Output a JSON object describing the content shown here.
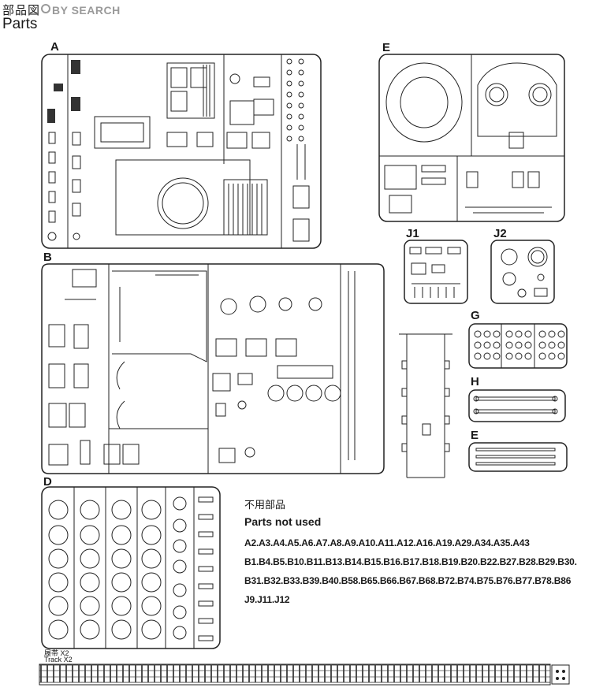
{
  "header": {
    "title_cn": "部品図",
    "title_en": "Parts"
  },
  "watermark": {
    "text": "BY SEARCH"
  },
  "sprues": {
    "A": "A",
    "B": "B",
    "D": "D",
    "E_top": "E",
    "J1": "J1",
    "J2": "J2",
    "G": "G",
    "H": "H",
    "E_small": "E"
  },
  "unused": {
    "title_cn": "不用部品",
    "title_en": "Parts not used",
    "lines": [
      "A2.A3.A4.A5.A6.A7.A8.A9.A10.A11.A12.A16.A19.A29.A34.A35.A43",
      "B1.B4.B5.B10.B11.B13.B14.B15.B16.B17.B18.B19.B20.B22.B27.B28.B29.B30.",
      "B31.B32.B33.B39.B40.B58.B65.B66.B67.B68.B72.B74.B75.B76.B77.B78.B86",
      "J9.J11.J12"
    ]
  },
  "track": {
    "label_cn": "履帯 X2",
    "label_en": "Track X2"
  },
  "colors": {
    "line": "#222222",
    "watermark": "#9a9a9a"
  }
}
